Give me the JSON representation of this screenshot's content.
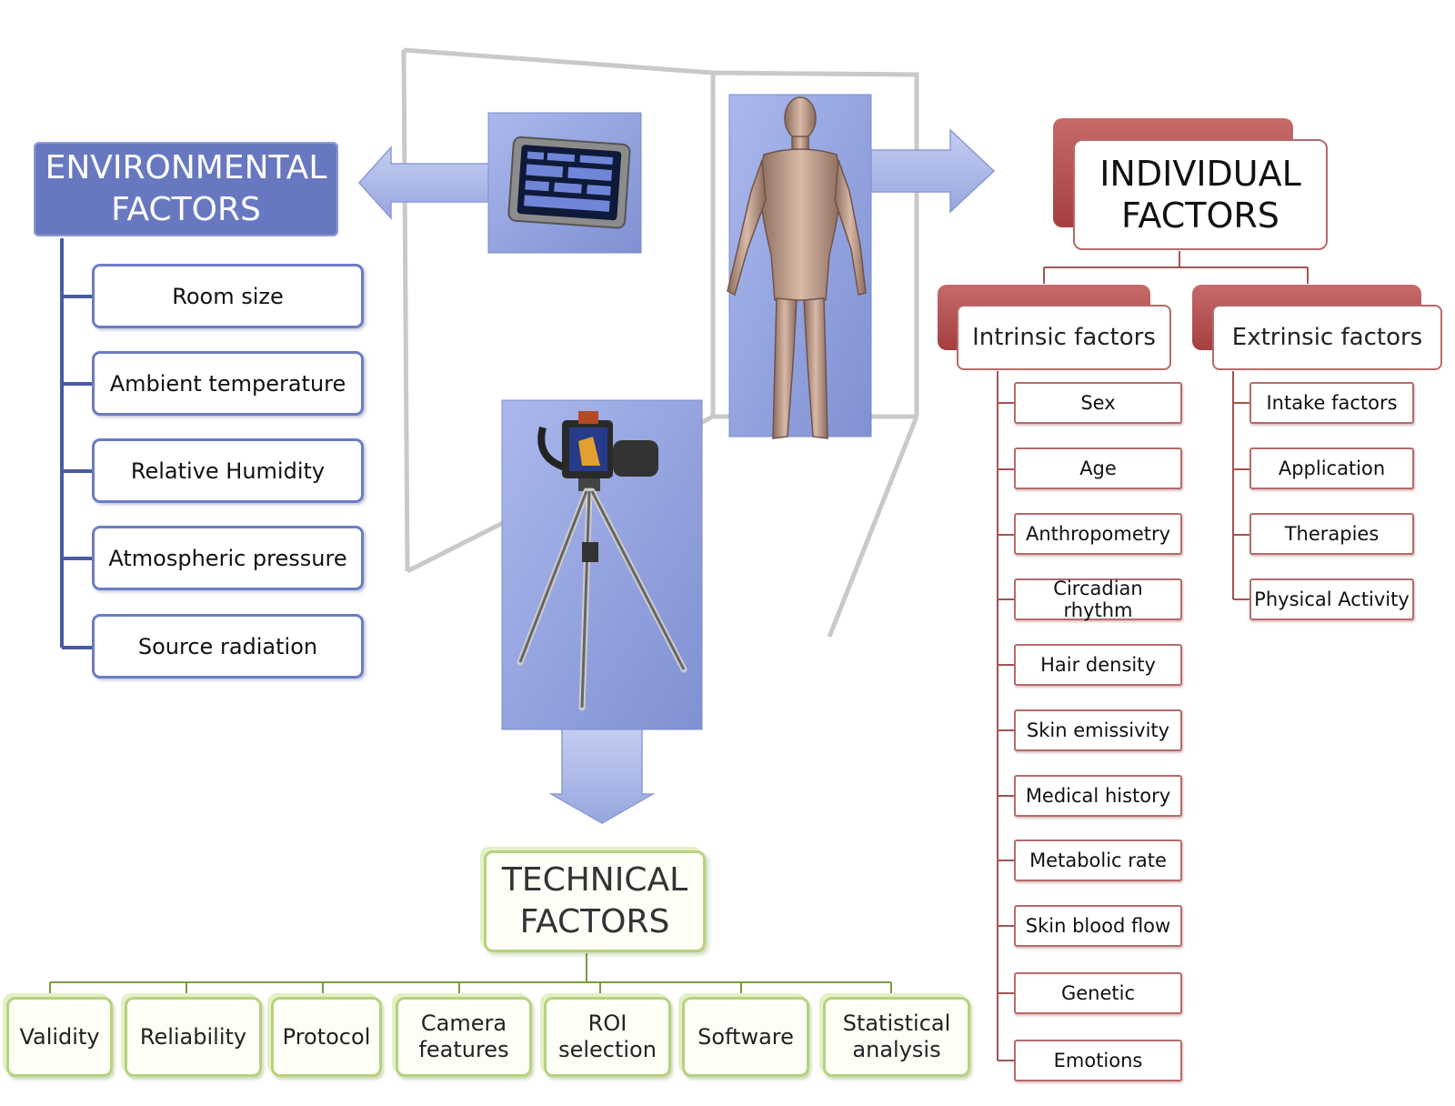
{
  "environmental": {
    "title_line1": "ENVIRONMENTAL",
    "title_line2": "FACTORS",
    "items": [
      "Room size",
      "Ambient temperature",
      "Relative Humidity",
      "Atmospheric pressure",
      "Source radiation"
    ]
  },
  "individual": {
    "title_line1": "INDIVIDUAL",
    "title_line2": "FACTORS",
    "intrinsic": {
      "title": "Intrinsic factors",
      "items": [
        "Sex",
        "Age",
        "Anthropometry",
        "Circadian rhythm",
        "Hair density",
        "Skin emissivity",
        "Medical history",
        "Metabolic rate",
        "Skin blood flow",
        "Genetic",
        "Emotions"
      ]
    },
    "extrinsic": {
      "title": "Extrinsic factors",
      "items": [
        "Intake factors",
        "Application",
        "Therapies",
        "Physical Activity"
      ]
    }
  },
  "technical": {
    "title_line1": "TECHNICAL",
    "title_line2": "FACTORS",
    "items": [
      {
        "line1": "Validity",
        "line2": ""
      },
      {
        "line1": "Reliability",
        "line2": ""
      },
      {
        "line1": "Protocol",
        "line2": ""
      },
      {
        "line1": "Camera",
        "line2": "features"
      },
      {
        "line1": "ROI",
        "line2": "selection"
      },
      {
        "line1": "Software",
        "line2": ""
      },
      {
        "line1": "Statistical",
        "line2": "analysis"
      }
    ]
  },
  "colors": {
    "environmental": "#6878c0",
    "individual": "#b05252",
    "technical": "#b6d27e",
    "arrow": "#a9b6e4",
    "panel": "#8fa0dc"
  },
  "illustrations": [
    "weather-station-icon",
    "human-body-icon",
    "thermal-camera-tripod-icon"
  ]
}
